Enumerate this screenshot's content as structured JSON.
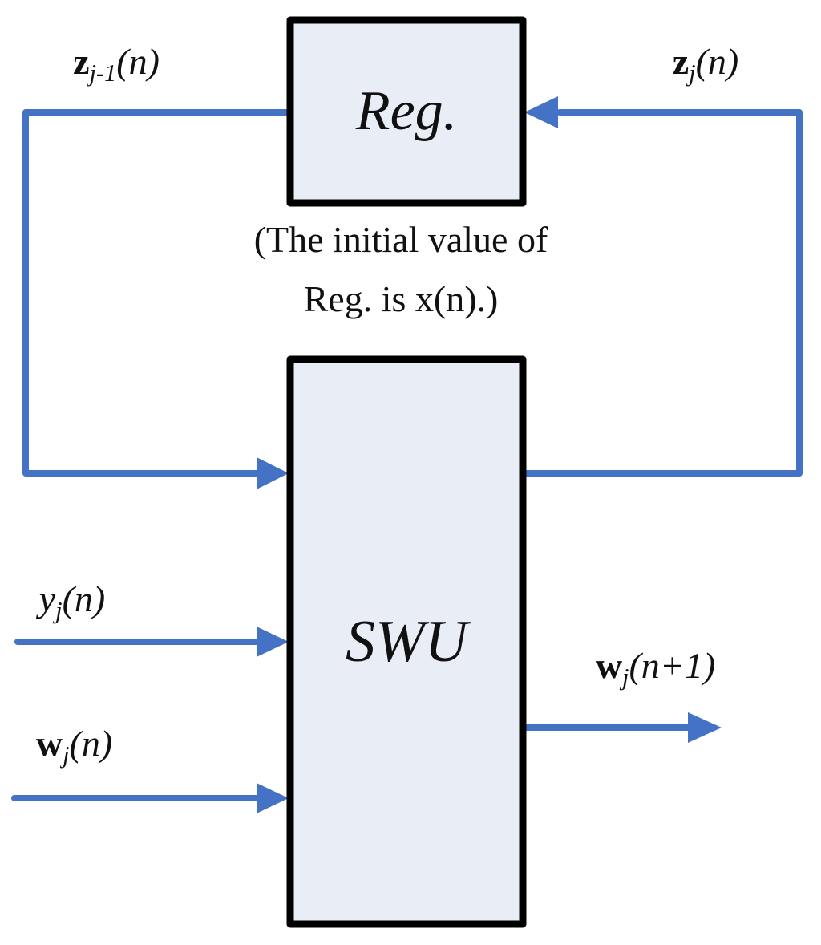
{
  "colors": {
    "arrow_blue": "#4472C4",
    "block_fill": "#E9EEF6",
    "block_border": "#000000"
  },
  "blocks": {
    "reg": {
      "label": "Reg."
    },
    "swu": {
      "label": "SWU"
    }
  },
  "note": {
    "line1": "(The initial value of",
    "line2": "Reg. is x(n).)"
  },
  "signals": {
    "z_prev": {
      "base": "z",
      "sub": "j-1",
      "args": "(n)"
    },
    "z_cur": {
      "base": "z",
      "sub": "j",
      "args": "(n)"
    },
    "y_in": {
      "base": "y",
      "sub": "j",
      "args": "(n)"
    },
    "w_in": {
      "base": "w",
      "sub": "j",
      "args": "(n)"
    },
    "w_out": {
      "base": "w",
      "sub": "j",
      "args": "(n+1)"
    }
  }
}
